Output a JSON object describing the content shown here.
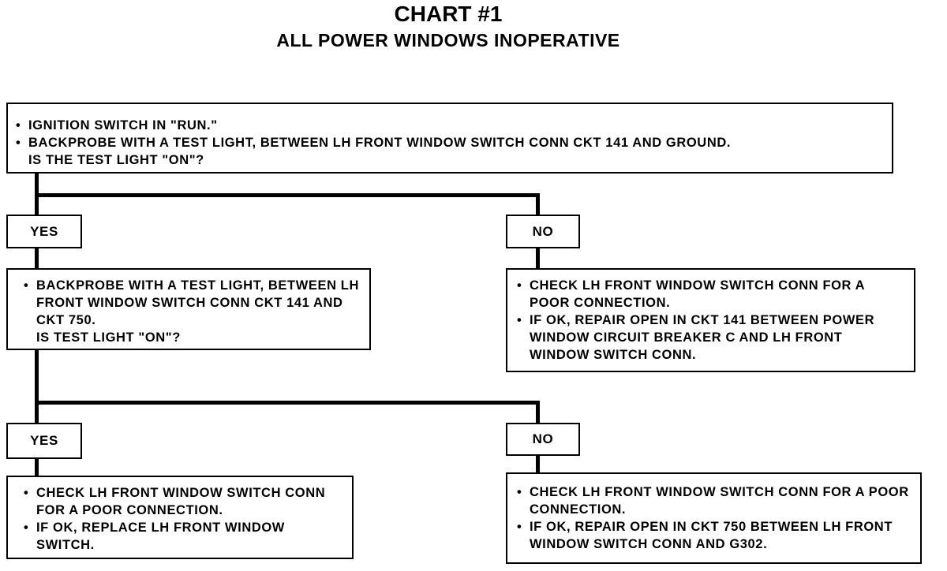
{
  "title": "CHART #1",
  "subtitle": "ALL POWER WINDOWS INOPERATIVE",
  "step1": {
    "bullets": [
      "IGNITION SWITCH IN \"RUN.\"",
      "BACKPROBE WITH A TEST LIGHT, BETWEEN LH FRONT WINDOW SWITCH CONN CKT 141 AND GROUND."
    ],
    "question": "IS THE TEST LIGHT \"ON\"?"
  },
  "branch1": {
    "yes_label": "YES",
    "no_label": "NO"
  },
  "step2": {
    "bullets": [
      "BACKPROBE WITH A TEST LIGHT, BETWEEN LH FRONT WINDOW SWITCH CONN CKT 141 AND CKT 750."
    ],
    "question": "IS TEST LIGHT \"ON\"?"
  },
  "result1_no": {
    "bullets": [
      "CHECK LH FRONT WINDOW SWITCH CONN FOR A POOR CONNECTION.",
      "IF OK, REPAIR OPEN IN CKT 141 BETWEEN POWER WINDOW CIRCUIT BREAKER C AND LH FRONT WINDOW SWITCH CONN."
    ]
  },
  "branch2": {
    "yes_label": "YES",
    "no_label": "NO"
  },
  "result2_yes": {
    "bullets": [
      "CHECK LH FRONT WINDOW SWITCH CONN FOR A POOR CONNECTION.",
      "IF OK, REPLACE LH FRONT WINDOW SWITCH."
    ]
  },
  "result2_no": {
    "bullets": [
      "CHECK LH FRONT WINDOW SWITCH CONN FOR A POOR CONNECTION.",
      "IF OK, REPAIR OPEN IN CKT 750 BETWEEN LH FRONT WINDOW SWITCH CONN AND G302."
    ]
  }
}
